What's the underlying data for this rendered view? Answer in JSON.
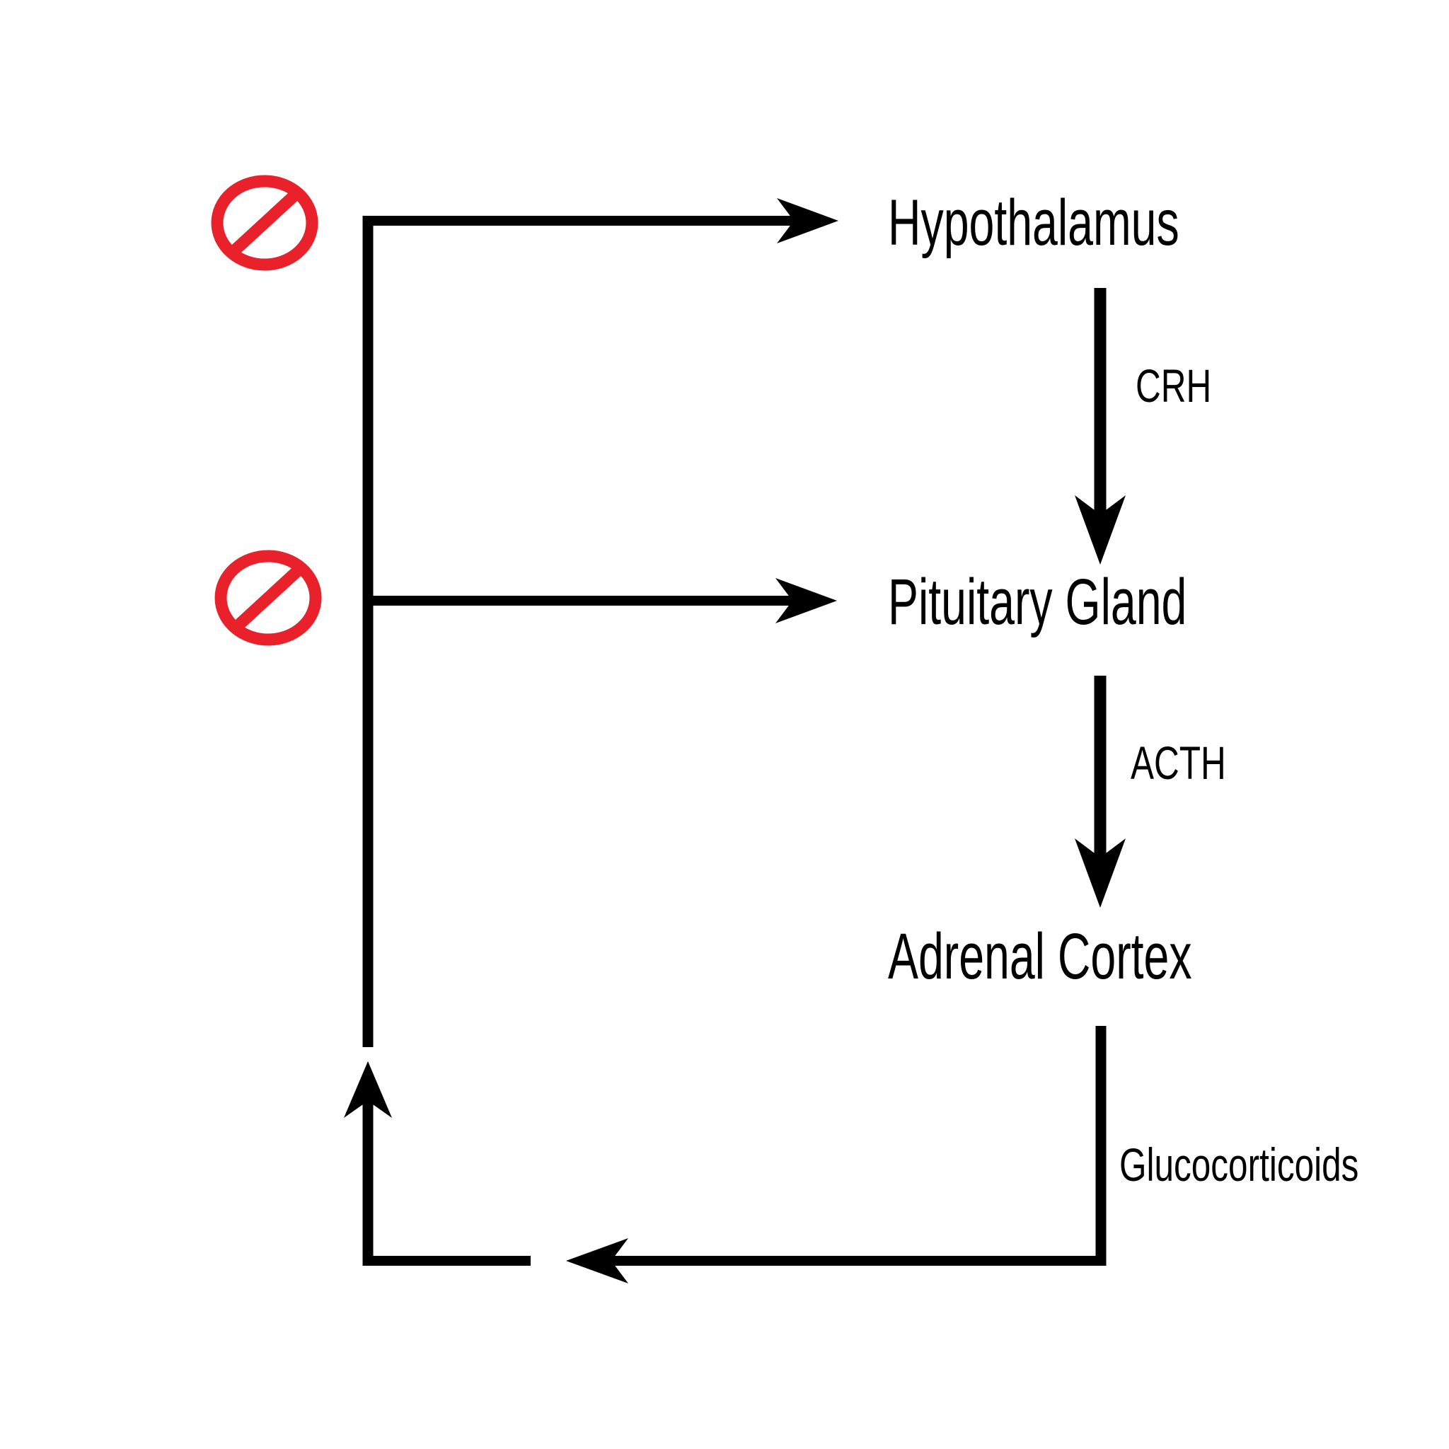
{
  "diagram": {
    "background_color": "#ffffff",
    "line_color": "#000000",
    "inhibition_color": "#e8212a",
    "nodes": [
      {
        "label": "Hypothalamus"
      },
      {
        "label": "Pituitary Gland"
      },
      {
        "label": "Adrenal Cortex"
      }
    ],
    "edge_labels": [
      {
        "label": "CRH"
      },
      {
        "label": "ACTH"
      },
      {
        "label": "Glucocorticoids"
      }
    ],
    "inhibition_icons": [
      {
        "name": "no-symbol",
        "points_to": "Hypothalamus"
      },
      {
        "name": "no-symbol",
        "points_to": "Pituitary Gland"
      }
    ]
  }
}
